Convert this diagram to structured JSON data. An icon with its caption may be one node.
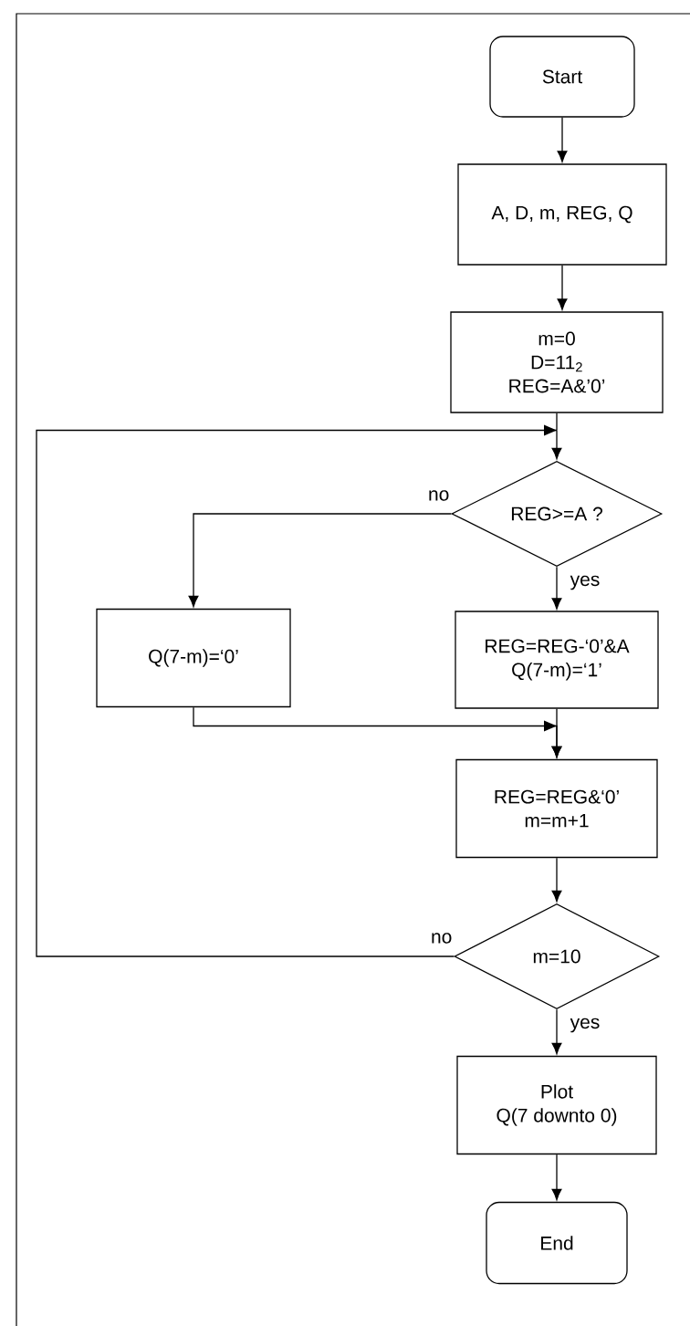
{
  "diagram": {
    "nodes": [
      {
        "text": [
          "Start"
        ]
      },
      {
        "text": [
          "A, D, m, REG, Q"
        ]
      },
      {
        "text": [
          "m=0",
          "D=11$_{2}$",
          "REG=A&’0’"
        ]
      },
      {
        "text": [
          "REG>=A ?"
        ]
      },
      {
        "text": [
          "Q(7-m)=‘0’"
        ]
      },
      {
        "text": [
          "REG=REG-‘0’&A",
          "Q(7-m)=‘1’"
        ]
      },
      {
        "text": [
          "REG=REG&‘0’",
          "m=m+1"
        ]
      },
      {
        "text": [
          "m=10"
        ]
      },
      {
        "text": [
          "Plot",
          "Q(7 downto 0)"
        ]
      },
      {
        "text": [
          "End"
        ]
      }
    ],
    "edges": [
      {
        "from": 0,
        "to": 1,
        "arrow": "to"
      },
      {
        "from": 1,
        "to": 2,
        "arrow": "to"
      },
      {
        "from": 2,
        "to": 3,
        "arrow": "to"
      },
      {
        "from": 3,
        "to": 4,
        "arrow": "to",
        "label": "no"
      },
      {
        "from": 3,
        "to": 5,
        "arrow": "to",
        "label": "yes"
      },
      {
        "from": 4,
        "to": 6,
        "arrow": "to"
      },
      {
        "from": 5,
        "to": 6,
        "arrow": "to"
      },
      {
        "from": 6,
        "to": 7,
        "arrow": "to"
      },
      {
        "from": 7,
        "to": 3,
        "arrow": "to",
        "label": "no"
      },
      {
        "from": 7,
        "to": 8,
        "arrow": "to",
        "label": "yes"
      },
      {
        "from": 8,
        "to": 9,
        "arrow": "to"
      }
    ]
  }
}
